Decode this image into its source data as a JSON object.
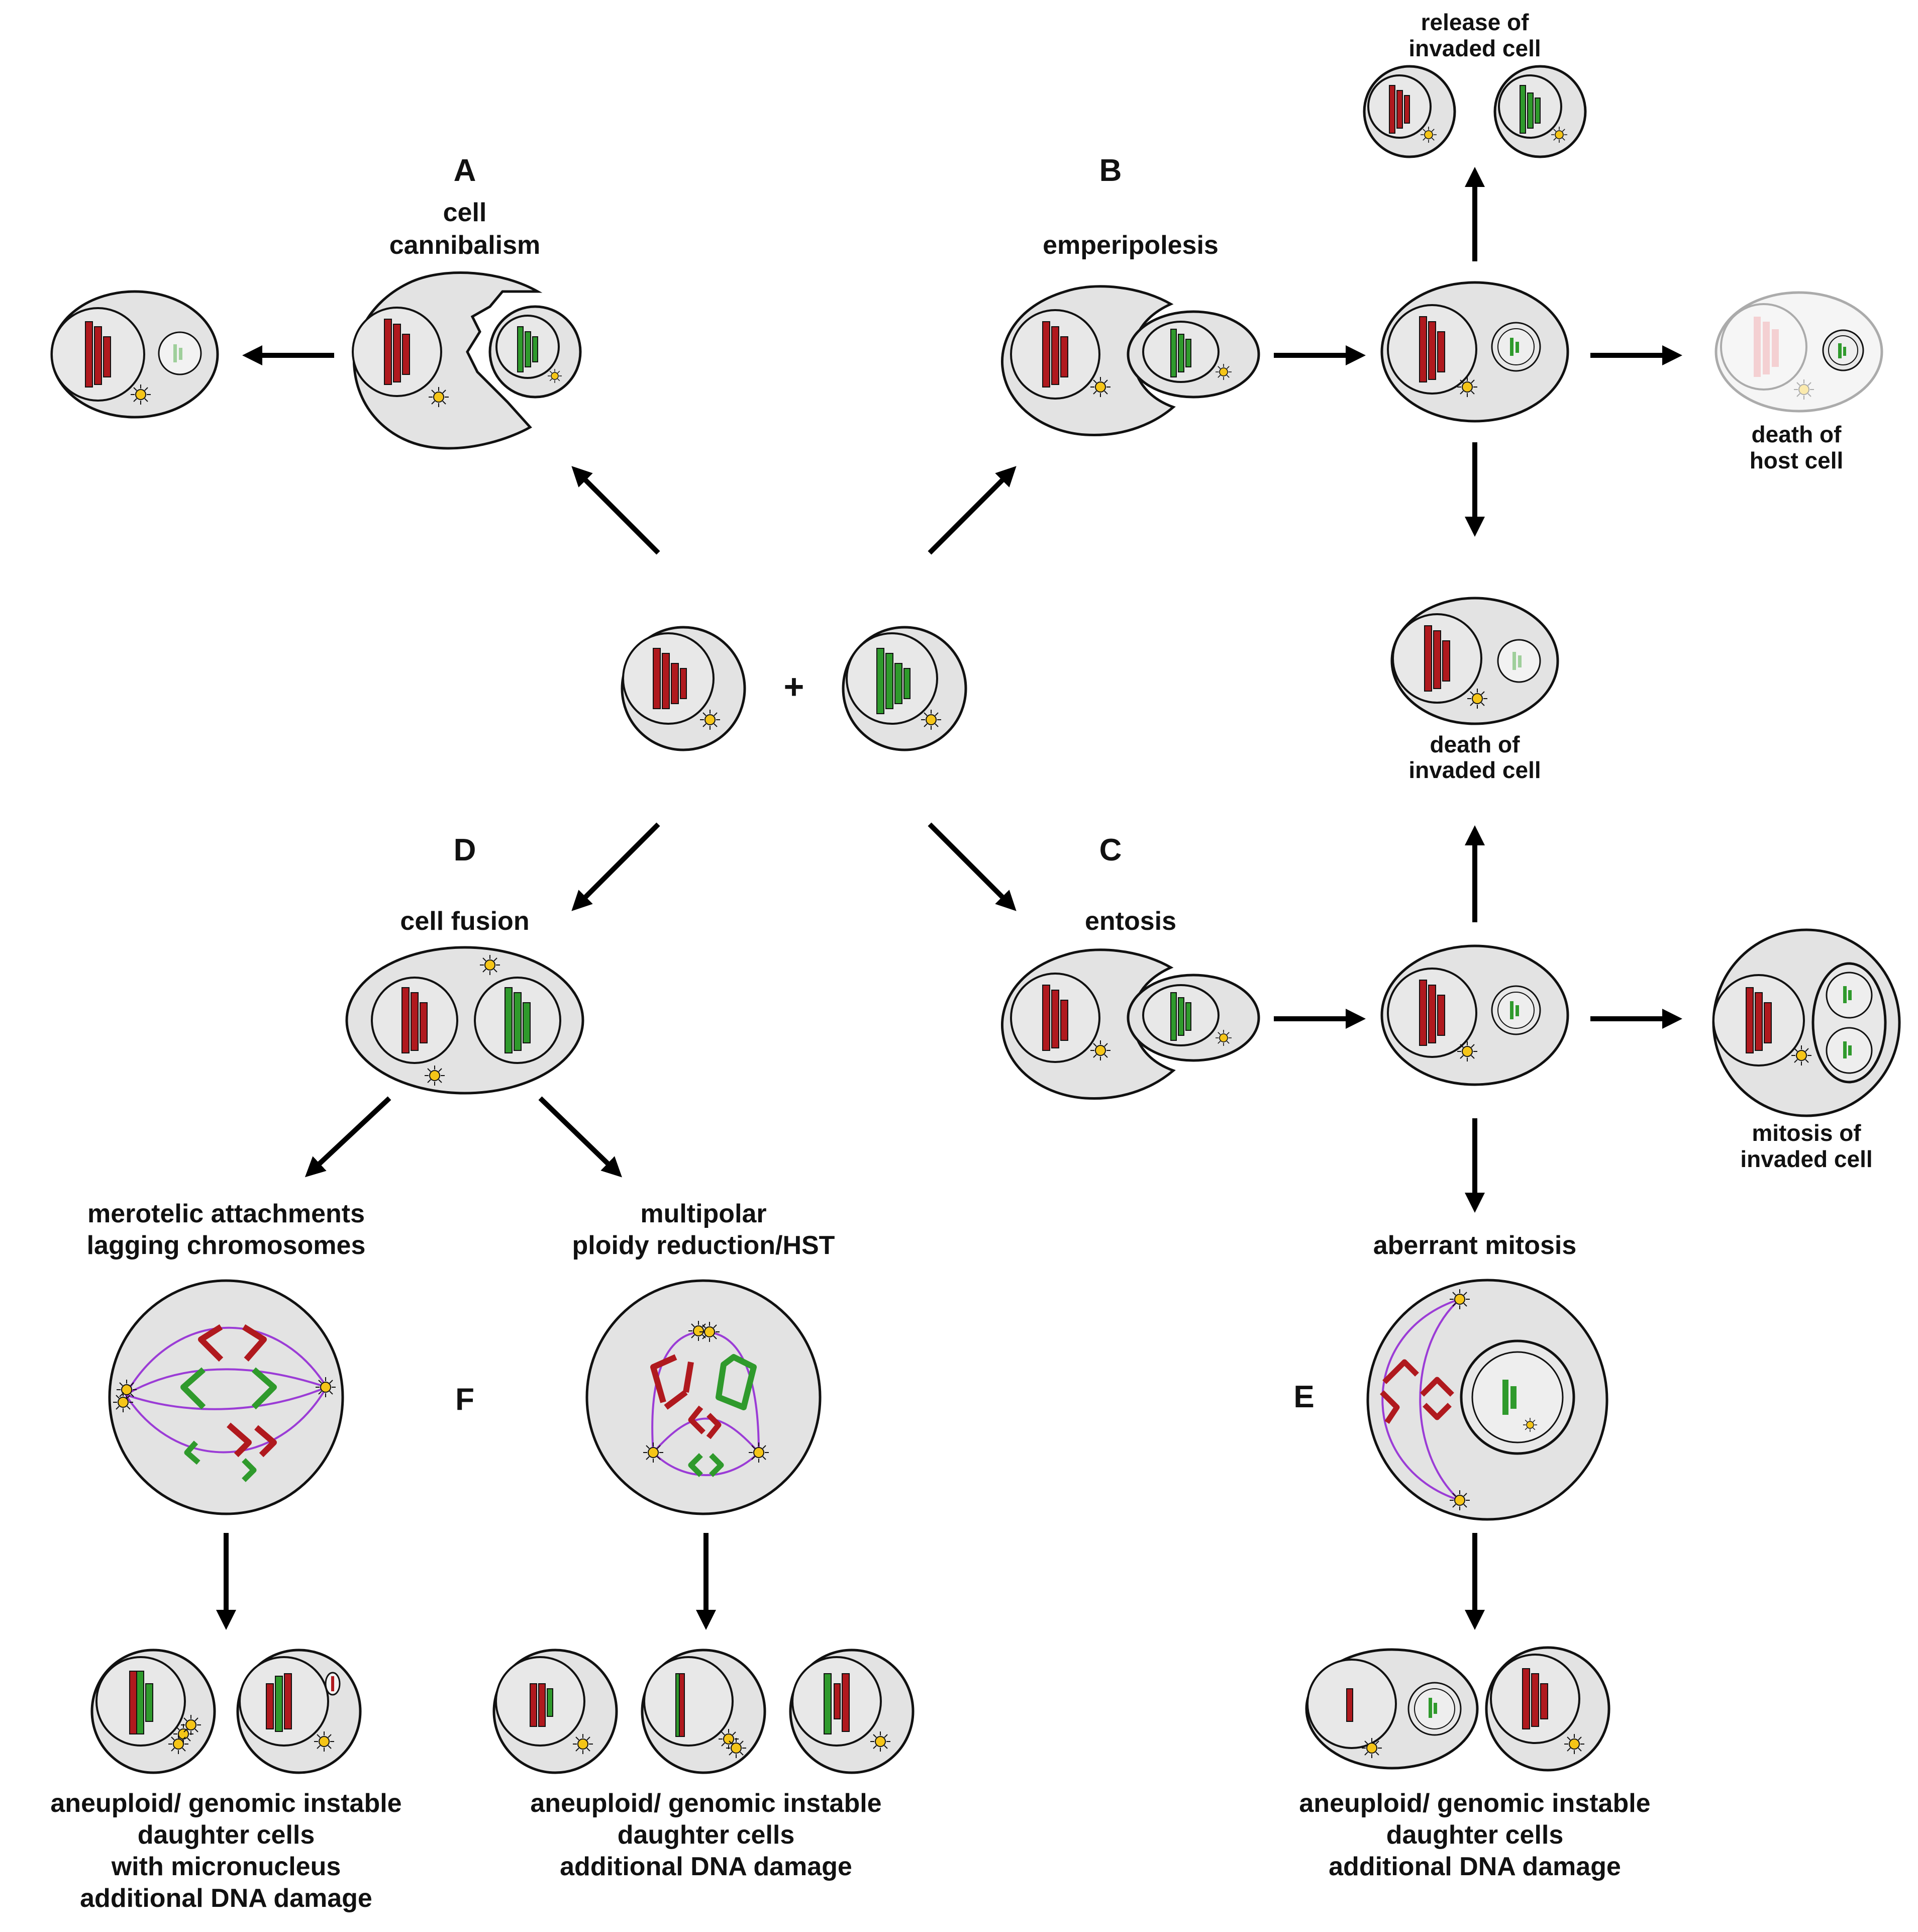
{
  "colors": {
    "host_chromosome": "#b0191e",
    "invading_chromosome": "#2f9a2c",
    "centrosome": "#f5c518",
    "spindle": "#9b3cd6",
    "cell_fill": "#e3e3e3"
  },
  "labels": {
    "A_letter": "A",
    "A_title_1": "cell",
    "A_title_2": "cannibalism",
    "B_letter": "B",
    "B_title": "emperipolesis",
    "C_letter": "C",
    "C_title": "entosis",
    "D_letter": "D",
    "D_title": "cell fusion",
    "E_letter": "E",
    "F_letter": "F",
    "plus": "+",
    "release_1": "release of",
    "release_2": "invaded cell",
    "death_host_1": "death of",
    "death_host_2": "host cell",
    "death_invaded_1": "death of",
    "death_invaded_2": "invaded cell",
    "mitosis_invaded_1": "mitosis of",
    "mitosis_invaded_2": "invaded cell",
    "aberrant_mitosis": "aberrant mitosis",
    "merotelic_1": "merotelic attachments",
    "merotelic_2": "lagging chromosomes",
    "multipolar_1": "multipolar",
    "multipolar_2": "ploidy reduction/HST",
    "outcome_left_1": "aneuploid/ genomic instable",
    "outcome_left_2": "daughter cells",
    "outcome_left_3": "with micronucleus",
    "outcome_left_4": "additional DNA damage",
    "outcome_mid_1": "aneuploid/ genomic instable",
    "outcome_mid_2": "daughter cells",
    "outcome_mid_3": "additional DNA damage",
    "outcome_right_1": "aneuploid/ genomic instable",
    "outcome_right_2": "daughter cells",
    "outcome_right_3": "additional DNA damage"
  }
}
